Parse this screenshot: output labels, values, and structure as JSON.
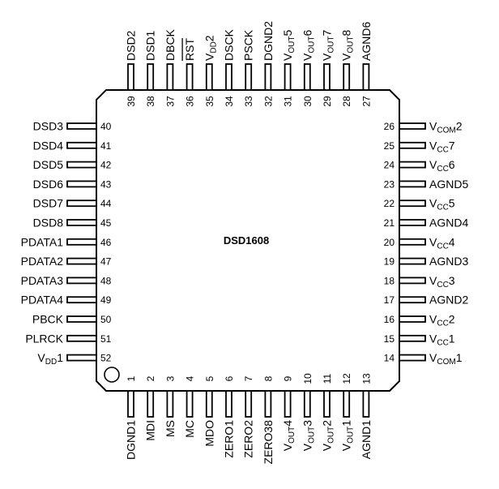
{
  "chip": {
    "part_name": "DSD1608"
  },
  "pins": {
    "top": [
      {
        "num": "39",
        "label": "DSD2"
      },
      {
        "num": "38",
        "label": "DSD1"
      },
      {
        "num": "37",
        "label": "DBCK"
      },
      {
        "num": "36",
        "label": "RST",
        "overline": true
      },
      {
        "num": "35",
        "label": "V",
        "sub": "DD",
        "suffix": "2"
      },
      {
        "num": "34",
        "label": "DSCK"
      },
      {
        "num": "33",
        "label": "PSCK"
      },
      {
        "num": "32",
        "label": "DGND2"
      },
      {
        "num": "31",
        "label": "V",
        "sub": "OUT",
        "suffix": "5"
      },
      {
        "num": "30",
        "label": "V",
        "sub": "OUT",
        "suffix": "6"
      },
      {
        "num": "29",
        "label": "V",
        "sub": "OUT",
        "suffix": "7"
      },
      {
        "num": "28",
        "label": "V",
        "sub": "OUT",
        "suffix": "8"
      },
      {
        "num": "27",
        "label": "AGND6"
      }
    ],
    "left": [
      {
        "num": "40",
        "label": "DSD3"
      },
      {
        "num": "41",
        "label": "DSD4"
      },
      {
        "num": "42",
        "label": "DSD5"
      },
      {
        "num": "43",
        "label": "DSD6"
      },
      {
        "num": "44",
        "label": "DSD7"
      },
      {
        "num": "45",
        "label": "DSD8"
      },
      {
        "num": "46",
        "label": "PDATA1"
      },
      {
        "num": "47",
        "label": "PDATA2"
      },
      {
        "num": "48",
        "label": "PDATA3"
      },
      {
        "num": "49",
        "label": "PDATA4"
      },
      {
        "num": "50",
        "label": "PBCK"
      },
      {
        "num": "51",
        "label": "PLRCK"
      },
      {
        "num": "52",
        "label": "V",
        "sub": "DD",
        "suffix": "1"
      }
    ],
    "right": [
      {
        "num": "26",
        "label": "V",
        "sub": "COM",
        "suffix": "2"
      },
      {
        "num": "25",
        "label": "V",
        "sub": "CC",
        "suffix": "7"
      },
      {
        "num": "24",
        "label": "V",
        "sub": "CC",
        "suffix": "6"
      },
      {
        "num": "23",
        "label": "AGND5"
      },
      {
        "num": "22",
        "label": "V",
        "sub": "CC",
        "suffix": "5"
      },
      {
        "num": "21",
        "label": "AGND4"
      },
      {
        "num": "20",
        "label": "V",
        "sub": "CC",
        "suffix": "4"
      },
      {
        "num": "19",
        "label": "AGND3"
      },
      {
        "num": "18",
        "label": "V",
        "sub": "CC",
        "suffix": "3"
      },
      {
        "num": "17",
        "label": "AGND2"
      },
      {
        "num": "16",
        "label": "V",
        "sub": "CC",
        "suffix": "2"
      },
      {
        "num": "15",
        "label": "V",
        "sub": "CC",
        "suffix": "1"
      },
      {
        "num": "14",
        "label": "V",
        "sub": "COM",
        "suffix": "1"
      }
    ],
    "bottom": [
      {
        "num": "1",
        "label": "DGND1"
      },
      {
        "num": "2",
        "label": "MDI"
      },
      {
        "num": "3",
        "label": "MS"
      },
      {
        "num": "4",
        "label": "MC"
      },
      {
        "num": "5",
        "label": "MDO"
      },
      {
        "num": "6",
        "label": "ZERO1"
      },
      {
        "num": "7",
        "label": "ZERO2"
      },
      {
        "num": "8",
        "label": "ZERO38"
      },
      {
        "num": "9",
        "label": "V",
        "sub": "OUT",
        "suffix": "4"
      },
      {
        "num": "10",
        "label": "V",
        "sub": "OUT",
        "suffix": "3"
      },
      {
        "num": "11",
        "label": "V",
        "sub": "OUT",
        "suffix": "2"
      },
      {
        "num": "12",
        "label": "V",
        "sub": "OUT",
        "suffix": "1"
      },
      {
        "num": "13",
        "label": "AGND1"
      }
    ]
  }
}
